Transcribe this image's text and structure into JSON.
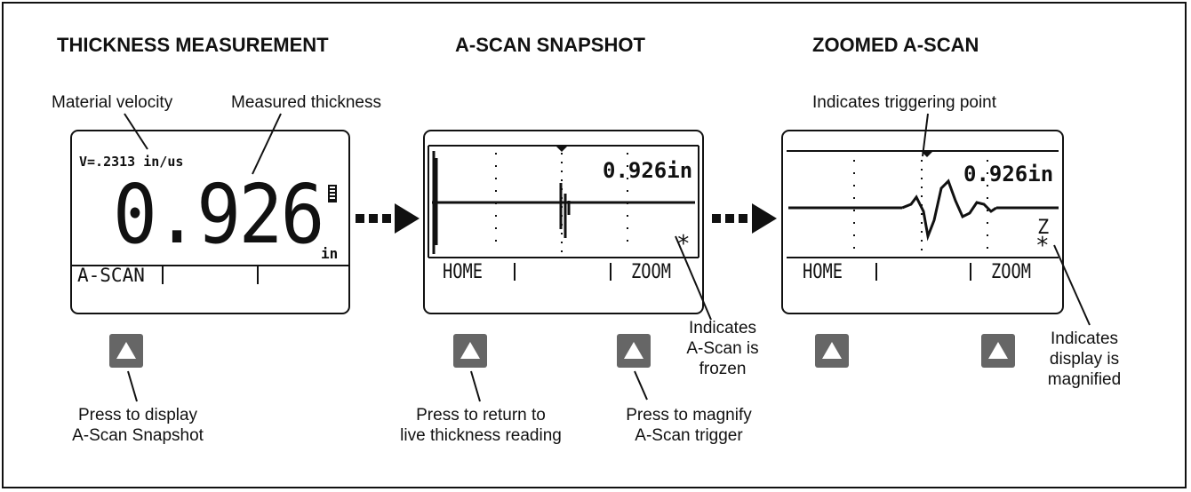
{
  "titles": {
    "thickness": "THICKNESS MEASUREMENT",
    "snapshot": "A-SCAN SNAPSHOT",
    "zoomed": "ZOOMED A-SCAN"
  },
  "callouts": {
    "material_velocity": "Material velocity",
    "measured_thickness": "Measured thickness",
    "triggering_point": "Indicates triggering point",
    "frozen": [
      "Indicates",
      "A-Scan is",
      "frozen"
    ],
    "magnified": [
      "Indicates",
      "display is",
      "magnified"
    ],
    "press_display": [
      "Press to display",
      "A-Scan Snapshot"
    ],
    "press_return": [
      "Press to return to",
      "live thickness reading"
    ],
    "press_magnify": [
      "Press to magnify",
      "A-Scan trigger"
    ]
  },
  "screen1": {
    "velocity": "V=.2313 in/us",
    "reading": "0.926",
    "unit": "in",
    "softkey_left": "A-SCAN"
  },
  "screen2": {
    "reading": "0.926in",
    "softkey_left": "HOME",
    "softkey_right": "ZOOM",
    "frozen_marker": "*"
  },
  "screen3": {
    "reading": "0.926in",
    "softkey_left": "HOME",
    "softkey_right": "ZOOM",
    "zoom_marker": "Z",
    "frozen_marker": "*"
  },
  "colors": {
    "button": "#666666",
    "ink": "#111111",
    "background": "#ffffff"
  }
}
